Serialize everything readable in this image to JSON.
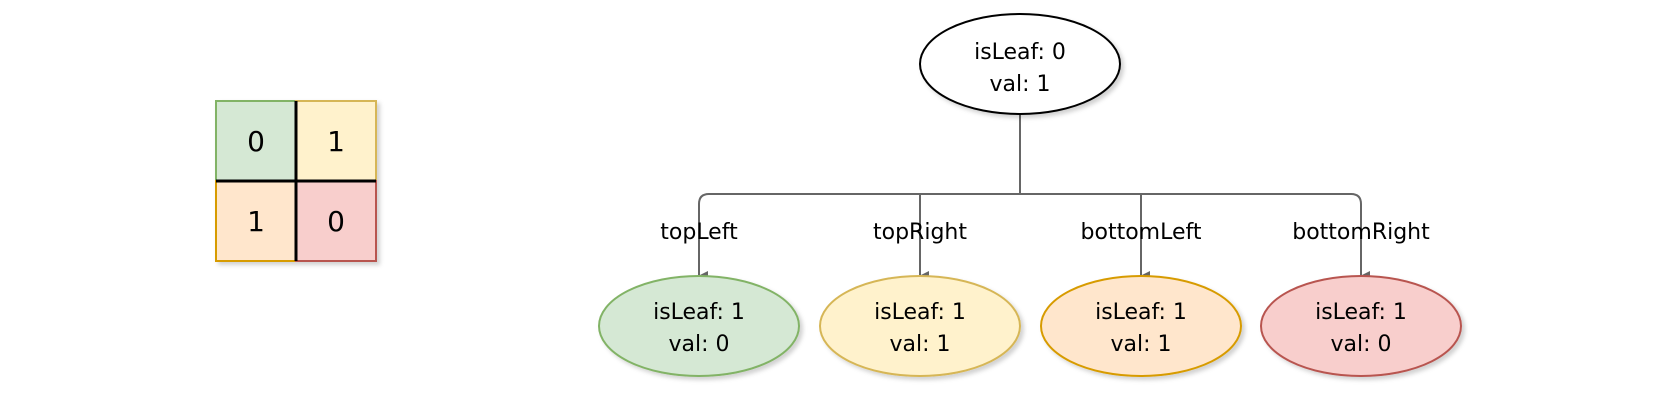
{
  "grid": {
    "cells": [
      {
        "value": "0",
        "fill": "#d5e8d4",
        "stroke": "#82b366"
      },
      {
        "value": "1",
        "fill": "#fff2cc",
        "stroke": "#d6b656"
      },
      {
        "value": "1",
        "fill": "#ffe6cc",
        "stroke": "#d79b00"
      },
      {
        "value": "0",
        "fill": "#f8cecc",
        "stroke": "#b85450"
      }
    ]
  },
  "tree": {
    "root": {
      "line1": "isLeaf: 0",
      "line2": "val: 1"
    },
    "children": [
      {
        "edge_label": "topLeft",
        "line1": "isLeaf: 1",
        "line2": "val: 0",
        "fill": "#d5e8d4",
        "stroke": "#82b366"
      },
      {
        "edge_label": "topRight",
        "line1": "isLeaf: 1",
        "line2": "val: 1",
        "fill": "#fff2cc",
        "stroke": "#d6b656"
      },
      {
        "edge_label": "bottomLeft",
        "line1": "isLeaf: 1",
        "line2": "val: 1",
        "fill": "#ffe6cc",
        "stroke": "#d79b00"
      },
      {
        "edge_label": "bottomRight",
        "line1": "isLeaf: 1",
        "line2": "val: 0",
        "fill": "#f8cecc",
        "stroke": "#b85450"
      }
    ]
  },
  "colors": {
    "edge": "#666666",
    "divider": "#000000",
    "root_stroke": "#000000"
  }
}
